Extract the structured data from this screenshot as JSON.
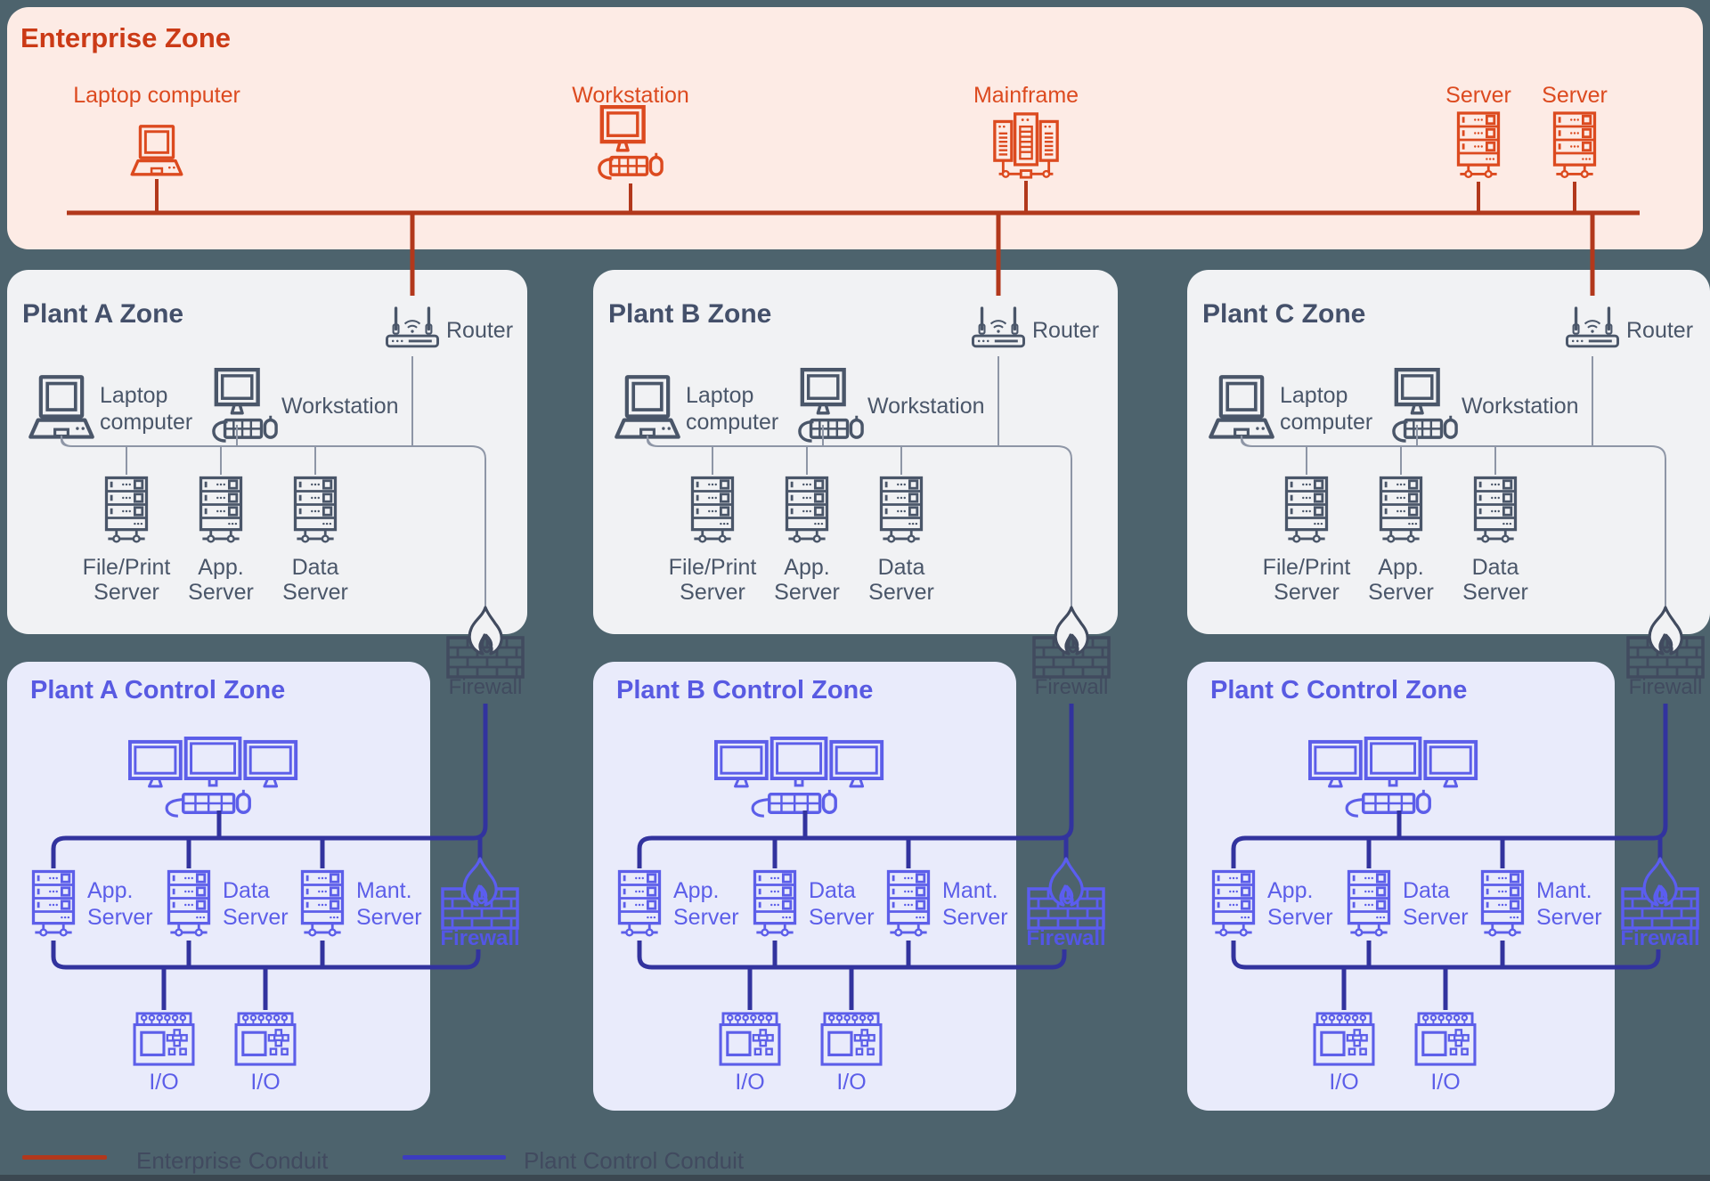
{
  "colors": {
    "background": "#4d636d",
    "enterprise_bg": "#fdebe5",
    "enterprise_accent": "#dc4a1f",
    "enterprise_title": "#cb3a16",
    "enterprise_conduit": "#b2381c",
    "plant_bg": "#f1f2f4",
    "plant_accent": "#4a5669",
    "plant_title": "#44506a",
    "thin_line": "#8e96a6",
    "control_bg": "#e9ebfb",
    "control_accent": "#5c5ee9",
    "control_title": "#585ae2",
    "control_conduit": "#32339e",
    "firewall_blue": "#5b5df0",
    "firewall_blue_label": "#5356e6",
    "firewall_slate": "#414b5f",
    "legend_text": "#414a5f",
    "legend_blue": "#3c3cc0"
  },
  "enterprise_zone": {
    "title": "Enterprise Zone",
    "devices": [
      {
        "label": "Laptop computer"
      },
      {
        "label": "Workstation"
      },
      {
        "label": "Mainframe"
      },
      {
        "label": "Server"
      },
      {
        "label": "Server"
      }
    ]
  },
  "plant_zones": [
    {
      "title": "Plant A Zone",
      "router_label": "Router",
      "laptop_label": "Laptop\ncomputer",
      "workstation_label": "Workstation",
      "server_labels": [
        "File/Print\nServer",
        "App.\nServer",
        "Data\nServer"
      ],
      "firewall_label": "Firewall"
    },
    {
      "title": "Plant B Zone",
      "router_label": "Router",
      "laptop_label": "Laptop\ncomputer",
      "workstation_label": "Workstation",
      "server_labels": [
        "File/Print\nServer",
        "App.\nServer",
        "Data\nServer"
      ],
      "firewall_label": "Firewall"
    },
    {
      "title": "Plant C Zone",
      "router_label": "Router",
      "laptop_label": "Laptop\ncomputer",
      "workstation_label": "Workstation",
      "server_labels": [
        "File/Print\nServer",
        "App.\nServer",
        "Data\nServer"
      ],
      "firewall_label": "Firewall"
    }
  ],
  "control_zones": [
    {
      "title": "Plant A Control Zone",
      "server_labels": [
        "App.\nServer",
        "Data\nServer",
        "Mant.\nServer"
      ],
      "io_labels": [
        "I/O",
        "I/O"
      ],
      "firewall_label": "Firewall"
    },
    {
      "title": "Plant B Control Zone",
      "server_labels": [
        "App.\nServer",
        "Data\nServer",
        "Mant.\nServer"
      ],
      "io_labels": [
        "I/O",
        "I/O"
      ],
      "firewall_label": "Firewall"
    },
    {
      "title": "Plant C Control Zone",
      "server_labels": [
        "App.\nServer",
        "Data\nServer",
        "Mant.\nServer"
      ],
      "io_labels": [
        "I/O",
        "I/O"
      ],
      "firewall_label": "Firewall"
    }
  ],
  "legend": {
    "enterprise_label": "Enterprise Conduit",
    "plant_label": "Plant Control Conduit"
  }
}
